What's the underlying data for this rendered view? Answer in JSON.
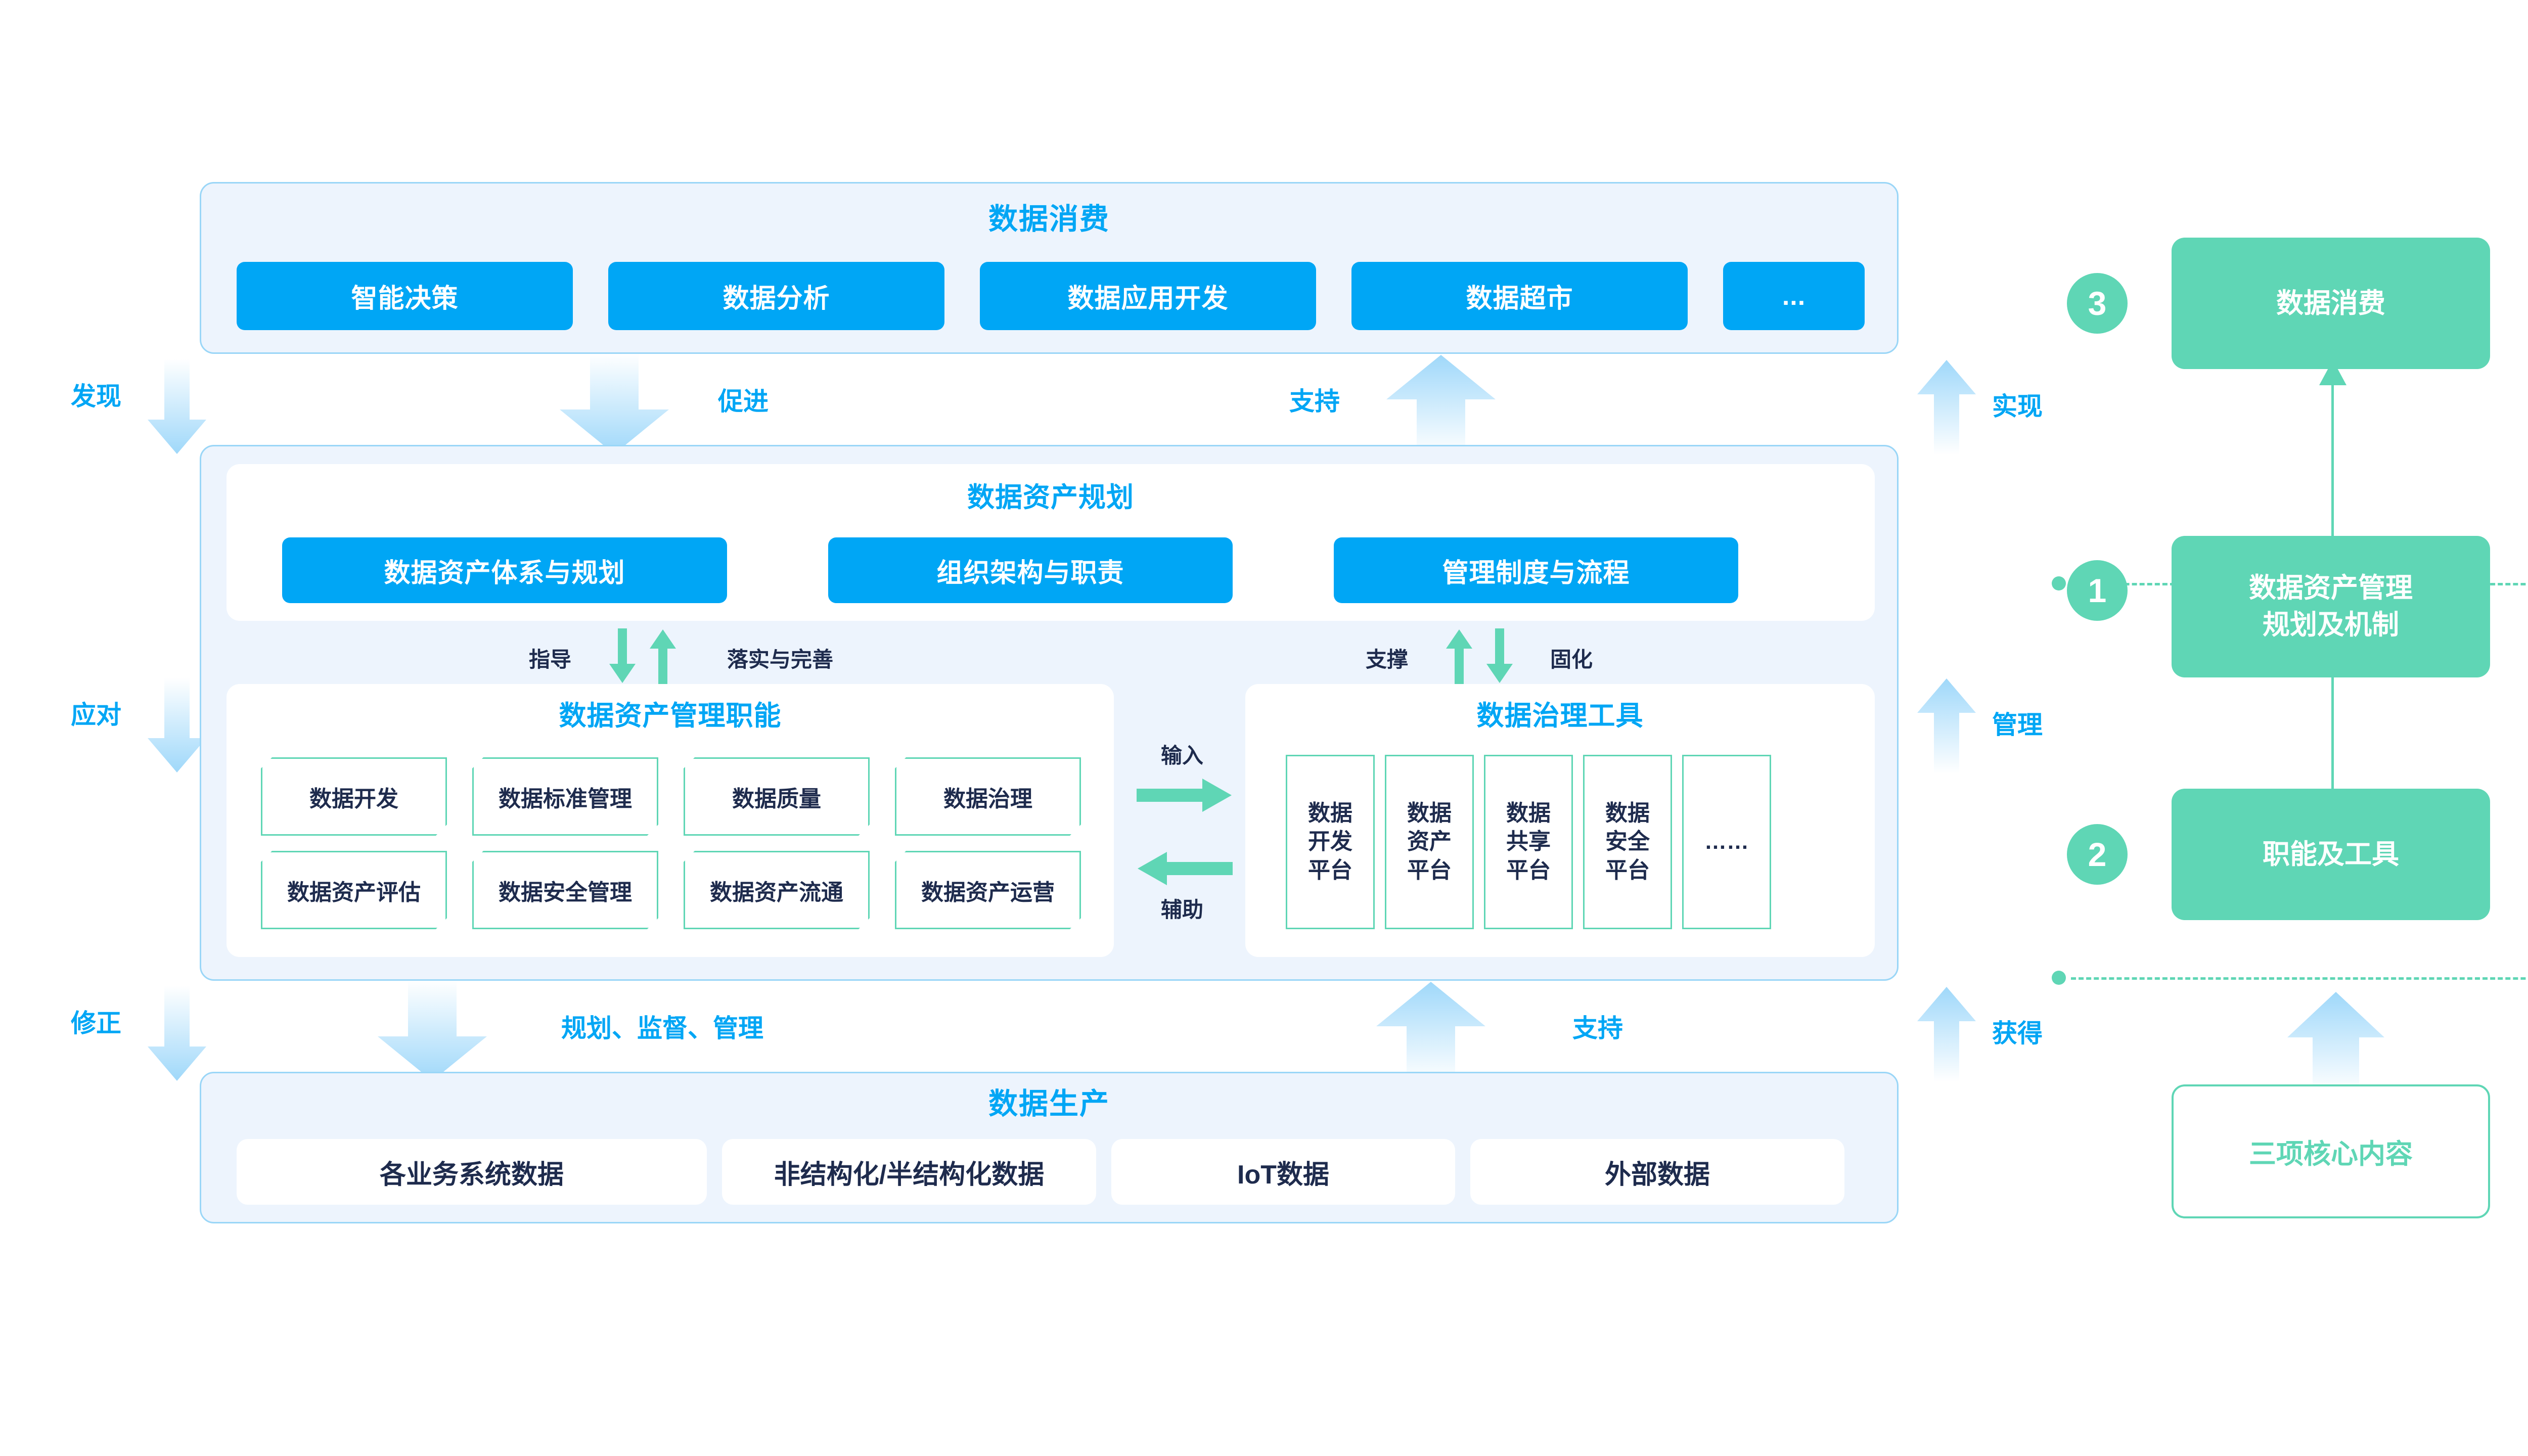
{
  "colors": {
    "blue": "#00A6F5",
    "green": "#5FD6B5",
    "panel_bg": "#EDF4FD",
    "panel_border": "#9AD6F7",
    "dark_text": "#1E2B4D"
  },
  "consumption": {
    "title": "数据消费",
    "items": [
      "智能决策",
      "数据分析",
      "数据应用开发",
      "数据超市",
      "..."
    ]
  },
  "planning": {
    "title": "数据资产规划",
    "items": [
      "数据资产体系与规划",
      "组织架构与职责",
      "管理制度与流程"
    ]
  },
  "functions": {
    "title": "数据资产管理职能",
    "row1": [
      "数据开发",
      "数据标准管理",
      "数据质量",
      "数据治理"
    ],
    "row2": [
      "数据资产评估",
      "数据安全管理",
      "数据资产流通",
      "数据资产运营"
    ]
  },
  "tools": {
    "title": "数据治理工具",
    "items": [
      {
        "lines": [
          "数据",
          "开发",
          "平台"
        ]
      },
      {
        "lines": [
          "数据",
          "资产",
          "平台"
        ]
      },
      {
        "lines": [
          "数据",
          "共享",
          "平台"
        ]
      },
      {
        "lines": [
          "数据",
          "安全",
          "平台"
        ]
      },
      {
        "lines": [
          "……"
        ]
      }
    ]
  },
  "production": {
    "title": "数据生产",
    "items": [
      "各业务系统数据",
      "非结构化/半结构化数据",
      "IoT数据",
      "外部数据"
    ]
  },
  "connectors": {
    "top_down": "促进",
    "top_up": "支持",
    "bottom_down": "规划、监督、管理",
    "bottom_up": "支持",
    "planning_down": "指导",
    "planning_up": "落实与完善",
    "tools_up": "支撑",
    "tools_down": "固化",
    "mid_right": "输入",
    "mid_left": "辅助"
  },
  "left_rail": [
    "发现",
    "应对",
    "修正"
  ],
  "right_rail": [
    "实现",
    "管理",
    "获得"
  ],
  "sidebar": {
    "nodes": [
      {
        "num": "3",
        "label": "数据消费"
      },
      {
        "num": "1",
        "label": "数据资产管理\n规划及机制"
      },
      {
        "num": "2",
        "label": "职能及工具"
      }
    ],
    "footer": "三项核心内容"
  }
}
